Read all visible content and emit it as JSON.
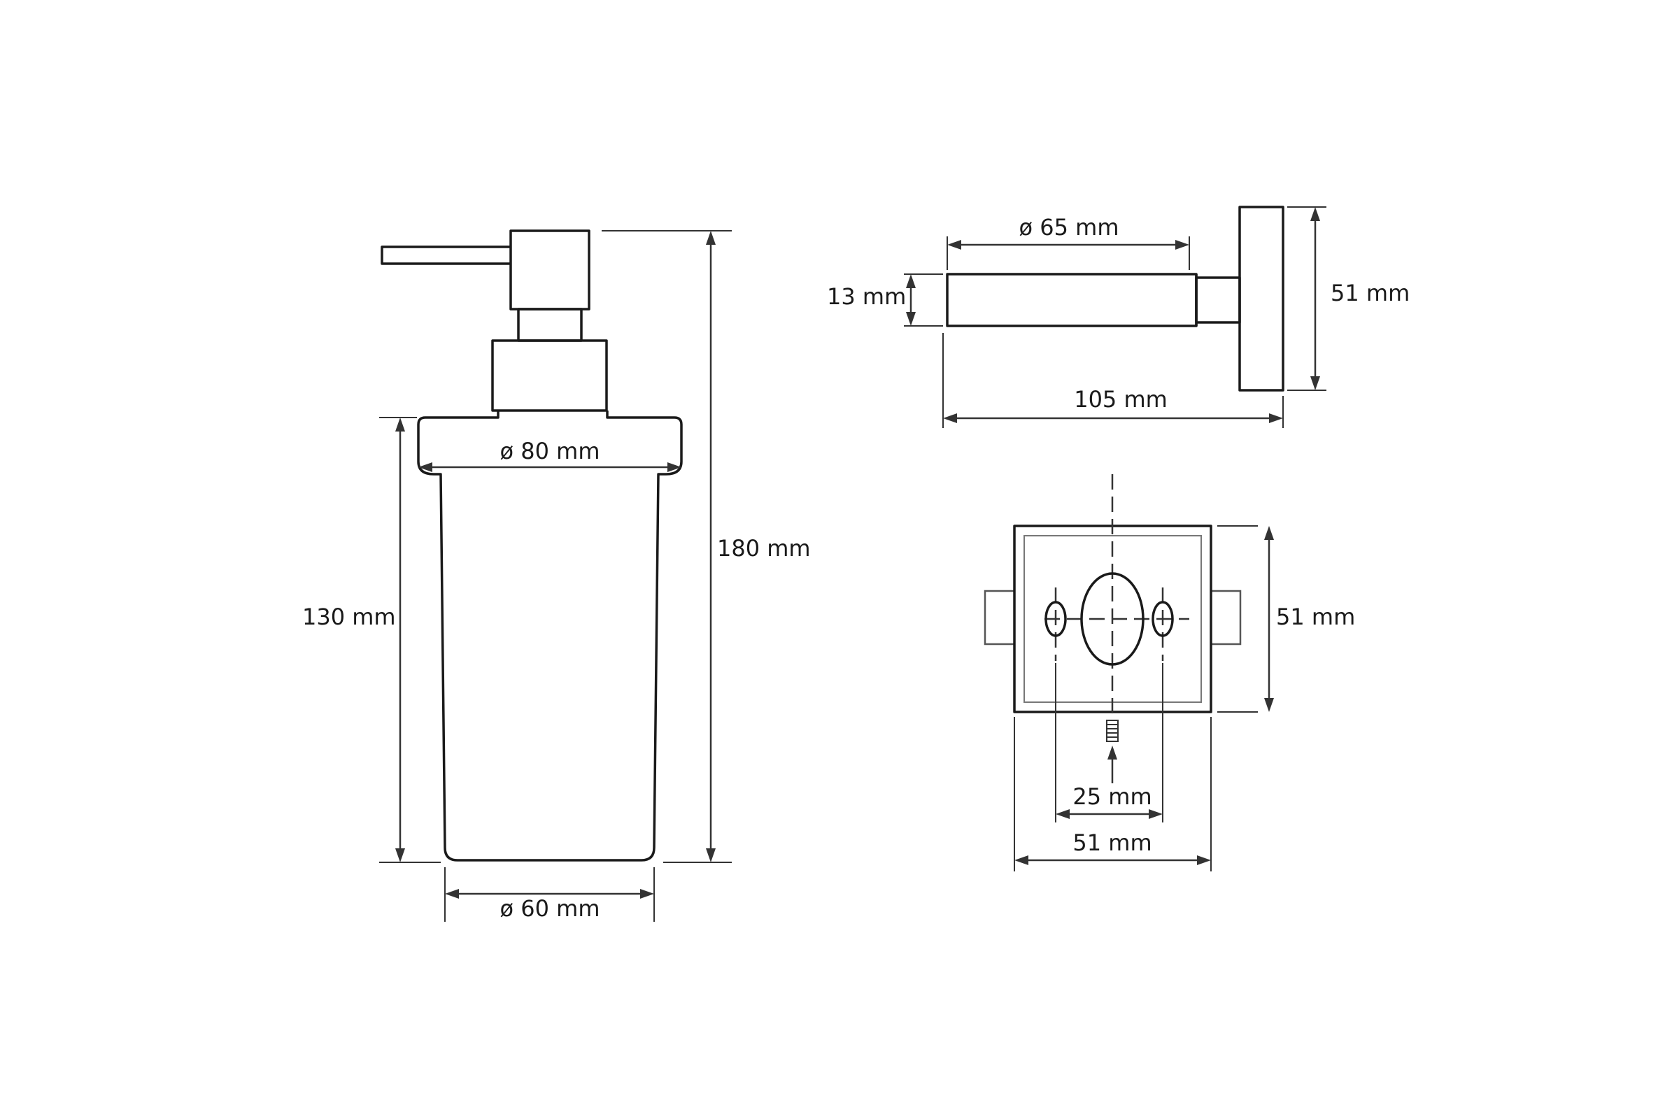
{
  "front_view": {
    "total_height_label": "180 mm",
    "body_height_label": "130 mm",
    "collar_diameter_label": "ø 80 mm",
    "base_diameter_label": "ø 60 mm"
  },
  "side_view": {
    "rod_diameter_label": "ø 65 mm",
    "rod_thickness_label": "13 mm",
    "plate_height_label": "51 mm",
    "projection_label": "105 mm"
  },
  "mount_view": {
    "plate_height_label": "51 mm",
    "hole_spacing_label": "25 mm",
    "plate_width_label": "51 mm"
  },
  "colors": {
    "line": "#1a1a1a",
    "dimension": "#333333",
    "background": "#ffffff"
  }
}
